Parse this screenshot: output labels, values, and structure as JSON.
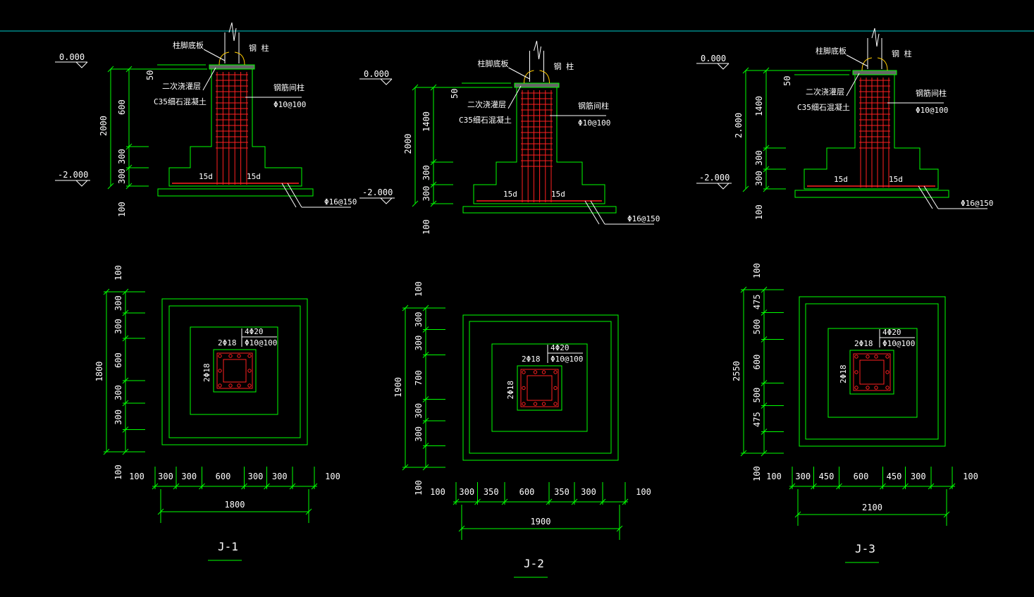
{
  "colors": {
    "background": "#000000",
    "outline": "#00ff00",
    "rebar": "#ff2020",
    "text": "#ffffff",
    "steel": "#ffcc00",
    "topline": "#00cccc"
  },
  "footings": [
    {
      "id": "J-1",
      "label": "J-1",
      "elev_top": "0.000",
      "elev_bottom": "-2.000",
      "depth_total": "2000",
      "depth_segments": [
        "600",
        "300",
        "300"
      ],
      "depth_top_offset": "50",
      "depth_bottom_pad": "100",
      "labels": {
        "base_plate": "柱脚底板",
        "steel_column": "钢 柱",
        "grout": "二次浇灌层",
        "concrete": "C35细石混凝土",
        "rebar_column": "钢筋间柱",
        "stirrup": "Φ10@100",
        "anchor_left": "15d",
        "anchor_right": "15d",
        "bottom_rebar": "Φ16@150"
      },
      "plan_width": "1800",
      "plan_x_segments": [
        "100",
        "300",
        "300",
        "600",
        "300",
        "300",
        "100"
      ],
      "plan_y_segments": [
        "100",
        "300",
        "300",
        "600",
        "300",
        "300",
        "100"
      ],
      "plan_total_y": "1800",
      "rebar_main": "4Φ20",
      "rebar_tie": "Φ10@100",
      "rebar_side_top": "2Φ18",
      "rebar_side_left": "2Φ18"
    },
    {
      "id": "J-2",
      "label": "J-2",
      "elev_top": "0.000",
      "elev_bottom": "-2.000",
      "depth_total": "2000",
      "depth_segments": [
        "1400",
        "300",
        "300"
      ],
      "depth_top_offset": "50",
      "depth_bottom_pad": "100",
      "labels": {
        "base_plate": "柱脚底板",
        "steel_column": "钢 柱",
        "grout": "二次浇灌层",
        "concrete": "C35细石混凝土",
        "rebar_column": "钢筋间柱",
        "stirrup": "Φ10@100",
        "anchor_left": "15d",
        "anchor_right": "15d",
        "bottom_rebar": "Φ16@150"
      },
      "plan_width": "1900",
      "plan_x_segments": [
        "100",
        "300",
        "350",
        "600",
        "350",
        "300",
        "100"
      ],
      "plan_y_segments": [
        "100",
        "300",
        "300",
        "700",
        "300",
        "300",
        "100"
      ],
      "plan_total_y": "1900",
      "rebar_main": "4Φ20",
      "rebar_tie": "Φ10@100",
      "rebar_side_top": "2Φ18",
      "rebar_side_left": "2Φ18"
    },
    {
      "id": "J-3",
      "label": "J-3",
      "elev_top": "0.000",
      "elev_bottom": "-2.000",
      "depth_total": "2.000",
      "depth_segments": [
        "1400",
        "300",
        "300"
      ],
      "depth_top_offset": "50",
      "depth_bottom_pad": "100",
      "labels": {
        "base_plate": "柱脚底板",
        "steel_column": "钢 柱",
        "grout": "二次浇灌层",
        "concrete": "C35细石混凝土",
        "rebar_column": "钢筋间柱",
        "stirrup": "Φ10@100",
        "anchor_left": "15d",
        "anchor_right": "15d",
        "bottom_rebar": "Φ16@150"
      },
      "plan_width": "2100",
      "plan_x_segments": [
        "100",
        "300",
        "450",
        "600",
        "450",
        "300",
        "100"
      ],
      "plan_y_segments": [
        "100",
        "475",
        "500",
        "600",
        "500",
        "475",
        "100"
      ],
      "plan_total_y": "2550",
      "rebar_main": "4Φ20",
      "rebar_tie": "Φ10@100",
      "rebar_side_top": "2Φ18",
      "rebar_side_left": "2Φ18"
    }
  ]
}
